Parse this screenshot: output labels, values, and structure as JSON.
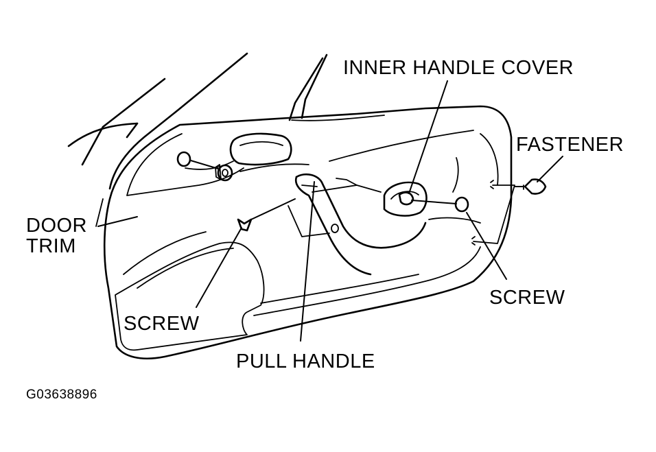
{
  "labels": {
    "inner_handle_cover": "INNER HANDLE COVER",
    "fastener": "FASTENER",
    "door_trim_line1": "DOOR",
    "door_trim_line2": "TRIM",
    "screw_left": "SCREW",
    "screw_right": "SCREW",
    "pull_handle": "PULL HANDLE"
  },
  "figure_code": "G03638896",
  "colors": {
    "ink": "#000000",
    "background": "#ffffff"
  }
}
